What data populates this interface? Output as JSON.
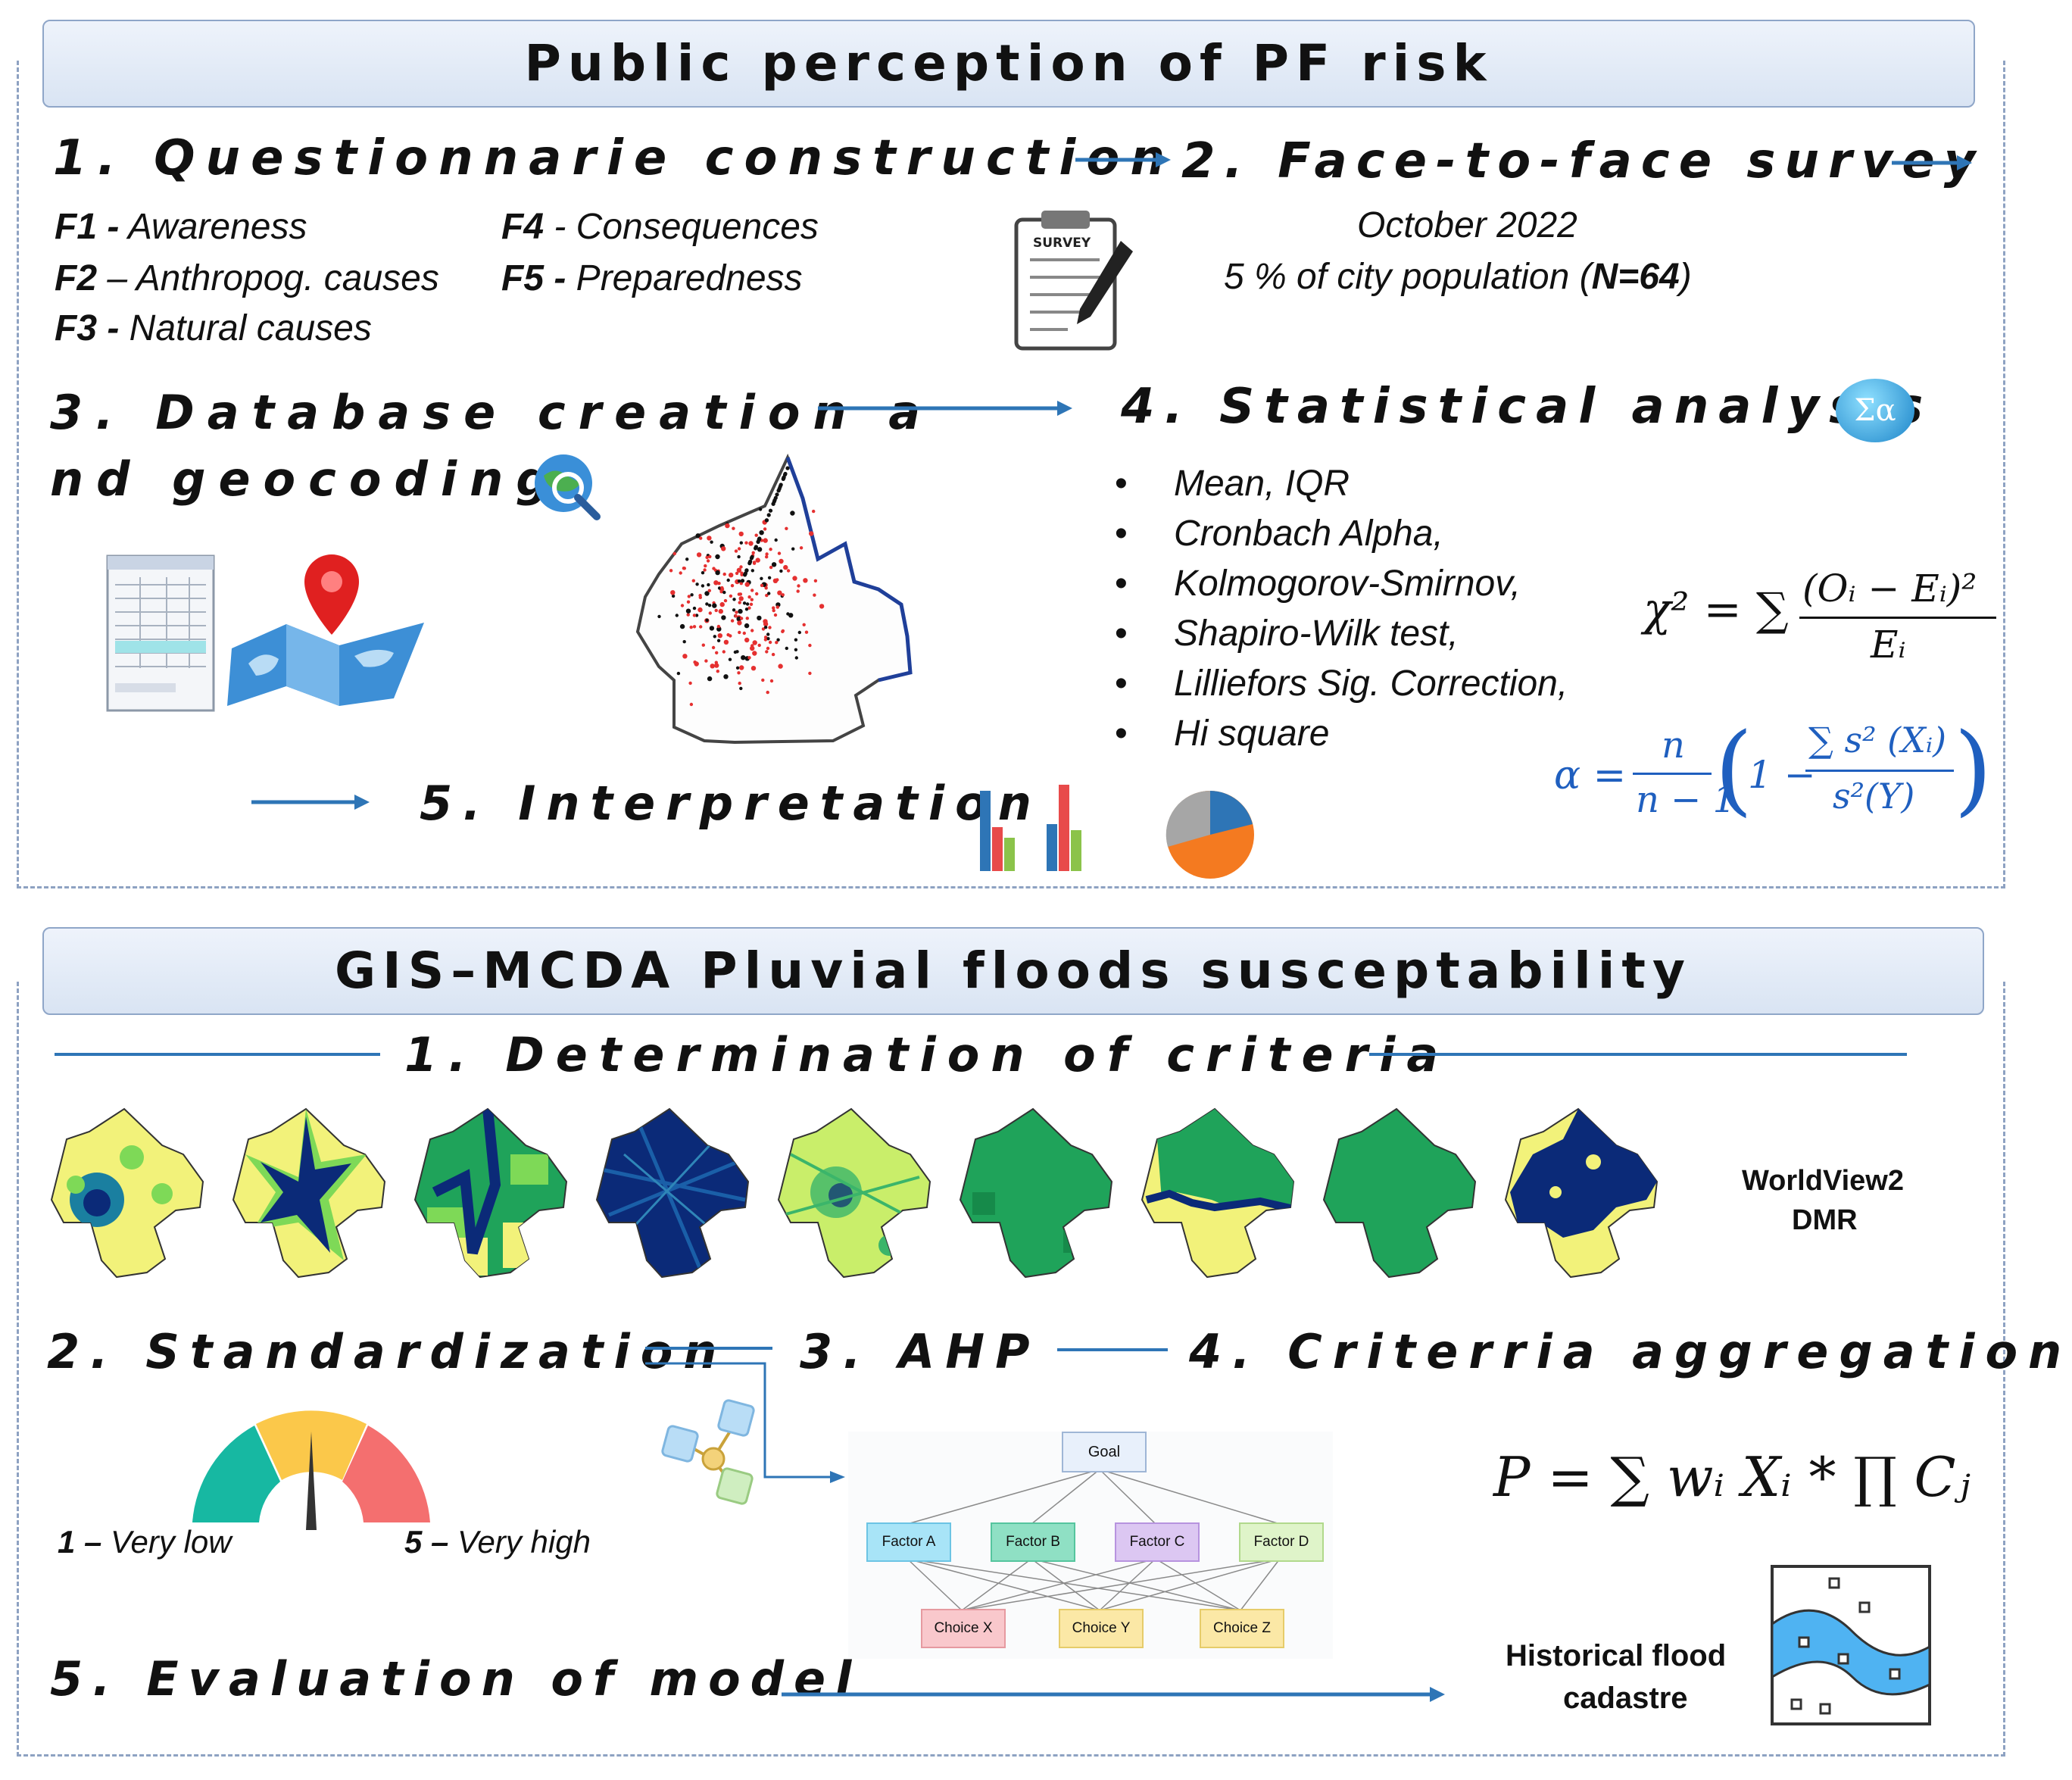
{
  "top": {
    "title": "Public perception of PF risk",
    "step1": "1. Questionnarie construction",
    "step2": "2. Face-to-face survey",
    "factors": [
      {
        "code": "F1 -",
        "text": " Awareness"
      },
      {
        "code": "F2",
        "text": " – Anthropog. causes"
      },
      {
        "code": "F3 -",
        "text": " Natural causes"
      },
      {
        "code": "F4",
        "text": " - Consequences"
      },
      {
        "code": "F5 -",
        "text": " Preparedness"
      }
    ],
    "survey_icon_label": "SURVEY",
    "survey_date": "October 2022",
    "survey_pop_prefix": "5 % of city population (",
    "survey_n": "N=64",
    "survey_pop_suffix": ")",
    "step3_line1": "3. Database creation a",
    "step3_line2": "nd geocoding",
    "step4": "4. Statistical analysis",
    "sigma_icon": "Σα",
    "stats_methods": [
      "Mean, IQR",
      "Cronbach Alpha,",
      "Kolmogorov-Smirnov,",
      "Shapiro-Wilk test,",
      "Lilliefors Sig. Correction,",
      "Hi square"
    ],
    "step5": "5. Interpretation",
    "formula_chi": {
      "lhs": "χ² = ∑",
      "num": "(Oᵢ − Eᵢ)²",
      "den": "Eᵢ"
    },
    "formula_alpha": {
      "lhs": "α =",
      "n": "n",
      "nm1": "n − 1",
      "one": "1 −",
      "num": "∑ s² (Xᵢ)",
      "den": "s²(Y)"
    }
  },
  "bottom": {
    "title": "GIS–MCDA Pluvial floods susceptability",
    "step1": "1. Determination of criteria",
    "source_line1": "WorldView2",
    "source_line2": "DMR",
    "step2": "2. Standardization",
    "step3": "3. AHP",
    "step4": "4. Criterria aggregation",
    "scale_low": {
      "num": "1 –",
      "text": "  Very low"
    },
    "scale_high": {
      "num": "5 –",
      "text": " Very high"
    },
    "ahp": {
      "goal": "Goal",
      "factors": [
        "Factor A",
        "Factor B",
        "Factor C",
        "Factor D"
      ],
      "choices": [
        "Choice X",
        "Choice Y",
        "Choice Z"
      ]
    },
    "formula_p": "P = ∑ wᵢ Xᵢ * ∏ Cⱼ",
    "step5": "5. Evaluation of model",
    "cadastre_line1": "Historical flood",
    "cadastre_line2": "cadastre"
  },
  "colors": {
    "header_border": "#8fa6c8",
    "arrow_blue": "#2e75b6",
    "map_yellow": "#f2f27a",
    "map_navy": "#0b2a78",
    "map_green": "#1fa35a"
  }
}
